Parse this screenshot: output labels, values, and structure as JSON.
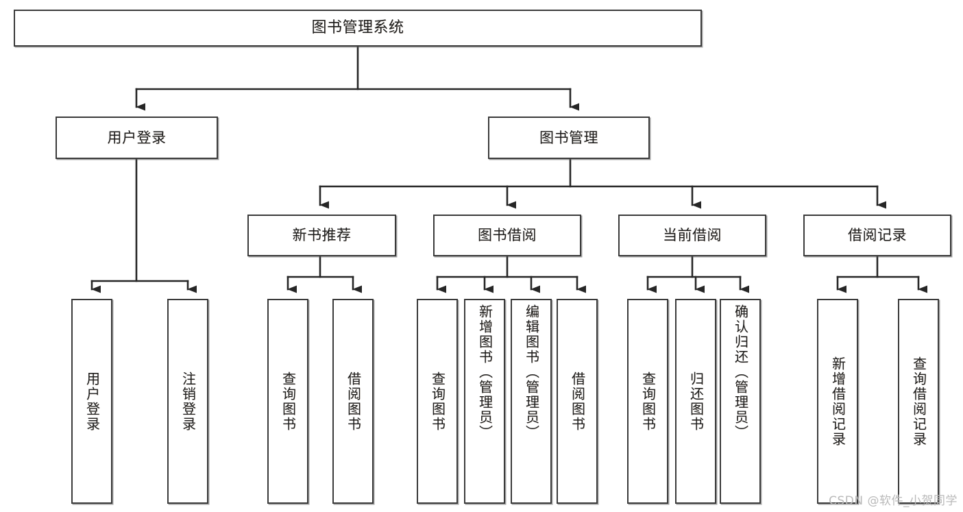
{
  "diagram": {
    "title": "图书管理系统",
    "type": "tree",
    "watermark": "CSDN @软件_小贺同学",
    "colors": {
      "box_border": "#3a3a3a",
      "box_fill": "#ffffff",
      "connector": "#262626",
      "text": "#1c1c1c",
      "watermark": "#b9b9b9"
    },
    "nodes": {
      "root": {
        "label": "图书管理系统"
      },
      "level2": [
        {
          "label": "用户登录"
        },
        {
          "label": "图书管理"
        }
      ],
      "level3": [
        {
          "label": "新书推荐"
        },
        {
          "label": "图书借阅"
        },
        {
          "label": "当前借阅"
        },
        {
          "label": "借阅记录"
        }
      ],
      "leaves": {
        "user_login": [
          {
            "label": "用户登录"
          },
          {
            "label": "注销登录"
          }
        ],
        "new_book_recommend": [
          {
            "label": "查询图书"
          },
          {
            "label": "借阅图书"
          }
        ],
        "book_borrow": [
          {
            "label": "查询图书"
          },
          {
            "label": "新增图书（管理员）"
          },
          {
            "label": "编辑图书（管理员）"
          },
          {
            "label": "借阅图书"
          }
        ],
        "current_borrow": [
          {
            "label": "查询图书"
          },
          {
            "label": "归还图书"
          },
          {
            "label": "确认归还（管理员）"
          }
        ],
        "borrow_record": [
          {
            "label": "新增借阅记录"
          },
          {
            "label": "查询借阅记录"
          }
        ]
      }
    }
  }
}
